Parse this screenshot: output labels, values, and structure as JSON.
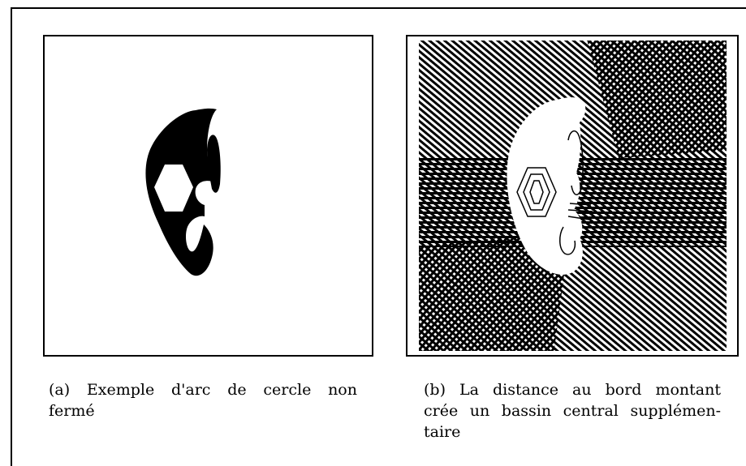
{
  "figure": {
    "panel_a": {
      "caption_label": "(a)",
      "caption_lines": [
        "Exemple d'arc de cercle non",
        "fermé"
      ]
    },
    "panel_b": {
      "caption_label": "(b)",
      "caption_lines": [
        "La distance au bord montant",
        "crée un bassin central supplémen-",
        "taire"
      ]
    }
  },
  "colors": {
    "ink": "#000000",
    "paper": "#ffffff"
  }
}
